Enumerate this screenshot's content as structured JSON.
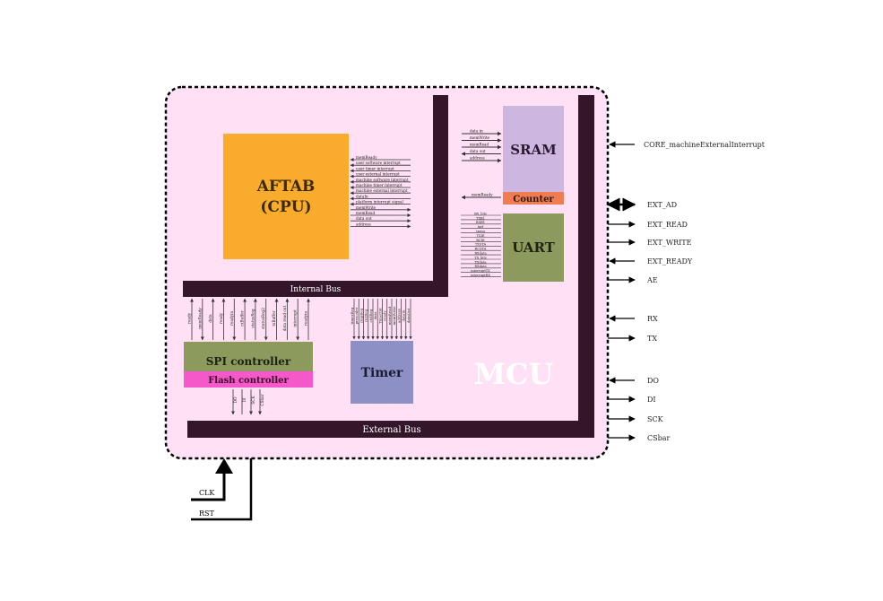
{
  "mcu": {
    "label": "MCU",
    "fill": "#ffe0f4",
    "bus_color": "#33162a",
    "internal_bus_label": "Internal Bus",
    "external_bus_label": "External Bus"
  },
  "cpu": {
    "name": "AFTAB",
    "subname": "(CPU)",
    "color": "#f9ab2b",
    "signals_in": [
      "memReady",
      "user software interrupt",
      "user timer interrupt",
      "user external interrupt",
      "machine software interrupt",
      "machine timer interrupt",
      "machine external interrupt",
      "dataIn",
      "platform interrupt signal"
    ],
    "signals_out": [
      "memWrite",
      "memRead",
      "data out",
      "address"
    ]
  },
  "sram": {
    "name": "SRAM",
    "color": "#cdb6e0",
    "signals": [
      {
        "label": "data in",
        "dir": "in"
      },
      {
        "label": "memWrite",
        "dir": "in"
      },
      {
        "label": "memRead",
        "dir": "in"
      },
      {
        "label": "data out",
        "dir": "out"
      },
      {
        "label": "address",
        "dir": "in"
      }
    ]
  },
  "counter": {
    "name": "Counter",
    "color": "#f07c52",
    "signal": "memReady"
  },
  "uart": {
    "name": "UART",
    "color": "#8d9a5e",
    "signals": [
      "RX_bits",
      "TXB1",
      "RXB1",
      "txrf",
      "txreg",
      "TXIE",
      "RCIE",
      "TXSTA",
      "RCSTA",
      "RXdata",
      "TX_bits",
      "TXdata",
      "RXdata",
      "interruptTX",
      "interruptRX"
    ]
  },
  "spi": {
    "name": "SPI controller",
    "color": "#8d9a5e",
    "top_signals": [
      "ready",
      "memReady",
      "data",
      "ready",
      "readyin",
      "rxBuffer",
      "statusReg",
      "statusReg2",
      "txBuffer",
      "data read out",
      "interrupt",
      "readyin"
    ],
    "bottom_signals": [
      "DO",
      "DI",
      "SCK",
      "CSbar"
    ]
  },
  "flash": {
    "name": "Flash controller",
    "color": "#f558c8"
  },
  "timer": {
    "name": "Timer",
    "color": "#8c90c4",
    "signals": [
      "timerReg",
      "prescaler",
      "cmpReg",
      "cntReg",
      "ctrlReg",
      "data",
      "TimerInt",
      "ready",
      "memRead",
      "memWrite",
      "address",
      "dataIn",
      "dataOut"
    ]
  },
  "pins": [
    {
      "label": "CORE_machineExternalInterrupt",
      "dir": "in"
    },
    {
      "label": "EXT_AD",
      "dir": "bi"
    },
    {
      "label": "EXT_READ",
      "dir": "out"
    },
    {
      "label": "EXT_WRITE",
      "dir": "out"
    },
    {
      "label": "EXT_READY",
      "dir": "in"
    },
    {
      "label": "AE",
      "dir": "out"
    },
    {
      "label": "RX",
      "dir": "in"
    },
    {
      "label": "TX",
      "dir": "out"
    },
    {
      "label": "DO",
      "dir": "in"
    },
    {
      "label": "DI",
      "dir": "out"
    },
    {
      "label": "SCK",
      "dir": "out"
    },
    {
      "label": "CSbar",
      "dir": "out"
    }
  ],
  "inputs": {
    "clk": "CLK",
    "rst": "RST"
  }
}
